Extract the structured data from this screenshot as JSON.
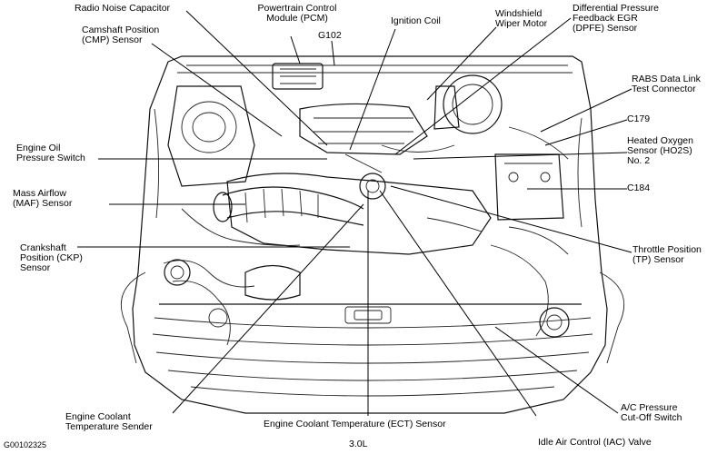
{
  "labels": {
    "radio_noise_capacitor": "Radio Noise Capacitor",
    "camshaft_position": "Camshaft Position\n(CMP) Sensor",
    "pcm": "Powertrain Control\nModule (PCM)",
    "g102": "G102",
    "ignition_coil": "Ignition Coil",
    "windshield_wiper_motor": "Windshield\nWiper Motor",
    "dpfe_sensor": "Differential Pressure\nFeedback EGR\n(DPFE) Sensor",
    "rabs_connector": "RABS Data Link\nTest Connector",
    "c179": "C179",
    "ho2s": "Heated Oxygen\nSensor (HO2S)\nNo. 2",
    "c184": "C184",
    "engine_oil_pressure": "Engine Oil\nPressure Switch",
    "maf_sensor": "Mass Airflow\n(MAF) Sensor",
    "ckp_sensor": "Crankshaft\nPosition (CKP)\nSensor",
    "tp_sensor": "Throttle Position\n(TP) Sensor",
    "ac_pressure": "A/C Pressure\nCut-Off Switch",
    "ect_sender": "Engine Coolant\nTemperature Sender",
    "ect_sensor": "Engine Coolant Temperature (ECT) Sensor",
    "iac_valve": "Idle Air Control (IAC) Valve",
    "figure_id": "G00102325",
    "engine_size": "3.0L"
  }
}
